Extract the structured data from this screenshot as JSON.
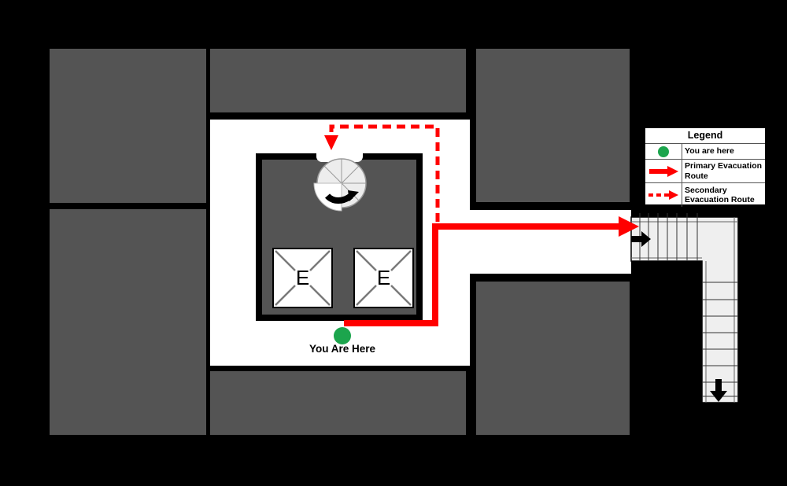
{
  "map": {
    "you_are_here_label": "You Are Here",
    "elevator_label": "E"
  },
  "legend": {
    "title": "Legend",
    "items": [
      {
        "icon": "you-are-here-dot-icon",
        "label": "You are here"
      },
      {
        "icon": "primary-route-arrow-icon",
        "label": "Primary Evacuation Route"
      },
      {
        "icon": "secondary-route-arrow-icon",
        "label": "Secondary Evacuation Route"
      }
    ]
  },
  "colors": {
    "route_red": "#FF0000",
    "here_green": "#1CA54D",
    "room_gray": "#545454",
    "wall_black": "#000000",
    "corridor_white": "#FFFFFF",
    "stair_fill": "#EFEFEF"
  }
}
